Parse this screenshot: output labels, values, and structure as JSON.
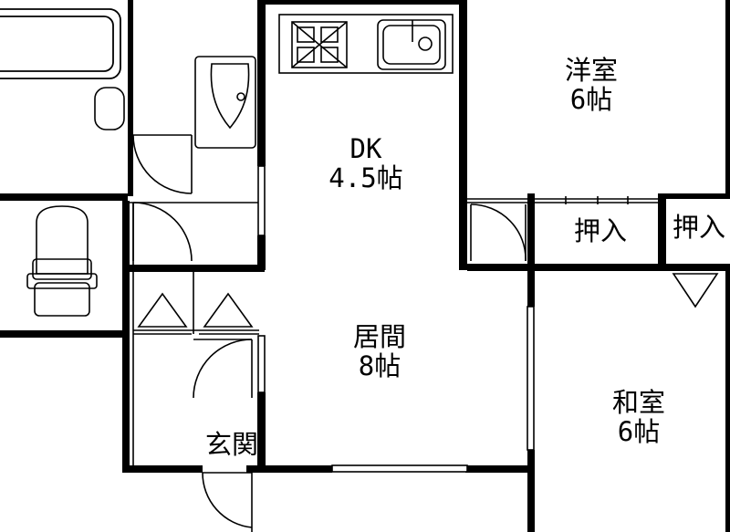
{
  "rooms": {
    "dk": {
      "name": "DK",
      "size": "4.5帖"
    },
    "western": {
      "name": "洋室",
      "size": "6帖"
    },
    "living": {
      "name": "居間",
      "size": "8帖"
    },
    "japanese": {
      "name": "和室",
      "size": "6帖"
    },
    "closet_a": {
      "name": "押入"
    },
    "closet_b": {
      "name": "押入"
    },
    "entrance": {
      "name": "玄関"
    }
  },
  "colors": {
    "wall": "#000000",
    "background": "#ffffff",
    "fixture": "#000000"
  }
}
